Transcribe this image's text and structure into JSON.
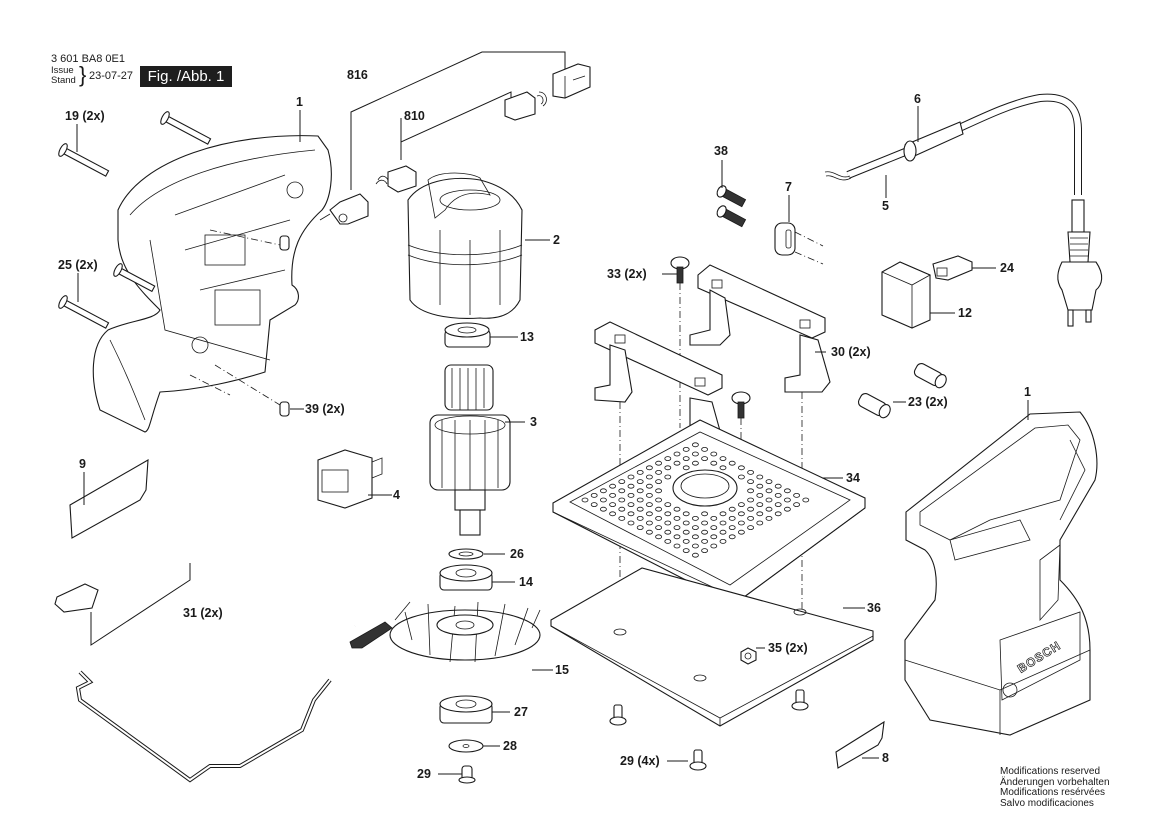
{
  "header": {
    "part_number": "3 601 BA8 0E1",
    "issue_label": "Issue",
    "stand_label": "Stand",
    "date": "23-07-27",
    "figure_label": "Fig. /Abb. 1"
  },
  "notes": [
    "Modifications reserved",
    "Änderungen vorbehalten",
    "Modifications resérvées",
    "Salvo modificaciones"
  ],
  "parts": {
    "p1_left_housing": "1",
    "p19": "19 (2x)",
    "p25": "25 (2x)",
    "p39": "39 (2x)",
    "p816": "816",
    "p810": "810",
    "p2": "2",
    "p13": "13",
    "p3": "3",
    "p4": "4",
    "p9": "9",
    "p26": "26",
    "p14": "14",
    "p31": "31 (2x)",
    "p15": "15",
    "p27": "27",
    "p28": "28",
    "p29_single": "29",
    "p38": "38",
    "p7": "7",
    "p6": "6",
    "p5": "5",
    "p33": "33 (2x)",
    "p24": "24",
    "p12": "12",
    "p30": "30 (2x)",
    "p23": "23 (2x)",
    "p34": "34",
    "p36": "36",
    "p35": "35 (2x)",
    "p29_multi": "29 (4x)",
    "p8": "8",
    "p1_right_housing": "1"
  },
  "brand_mark": "BOSCH"
}
